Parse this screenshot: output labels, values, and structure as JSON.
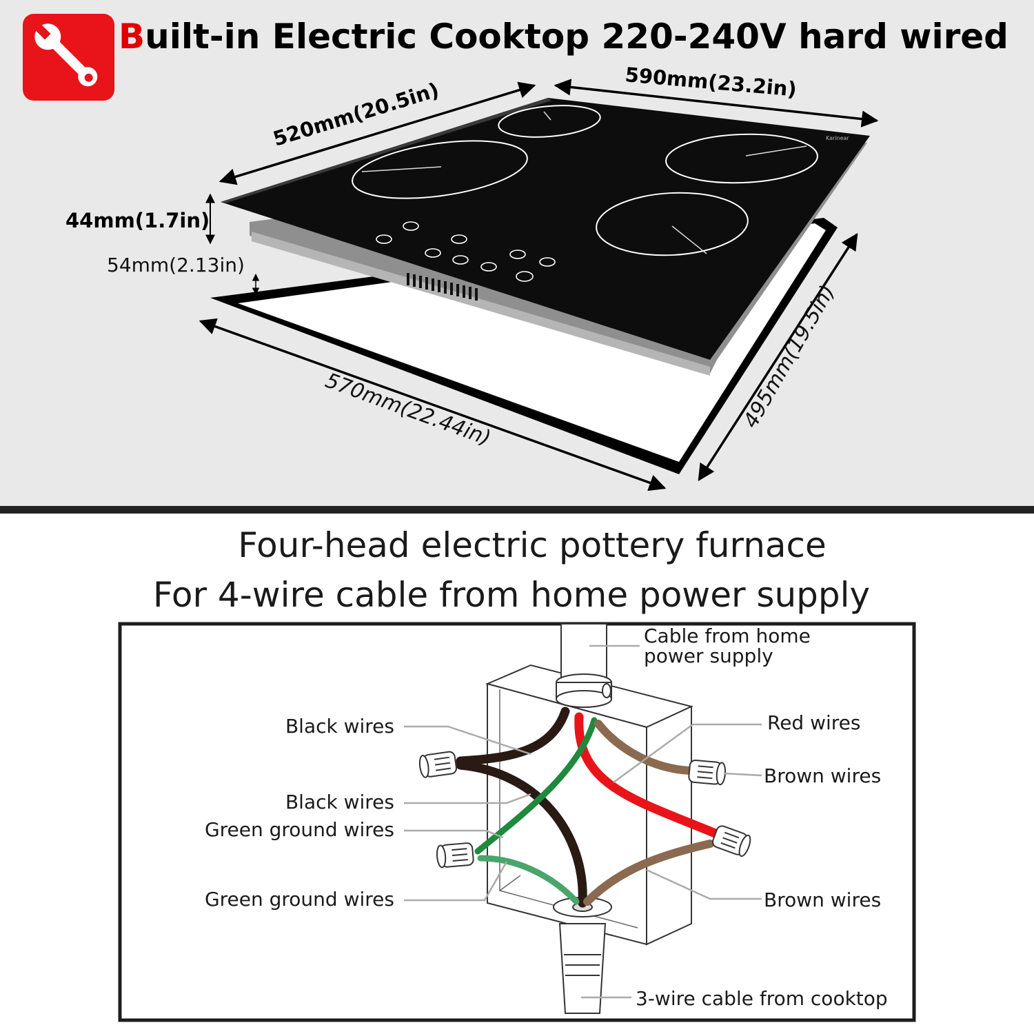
{
  "title": {
    "first_letter": "B",
    "rest": "uilt-in Electric Cooktop 220-240V hard wired"
  },
  "icons": {
    "badge": "wrench-icon",
    "badge_color": "#e8141a"
  },
  "dimensions": {
    "depth": "520mm(20.5in)",
    "width": "590mm(23.2in)",
    "height": "44mm(1.7in)",
    "cutout_depth": "54mm(2.13in)",
    "cutout_width": "570mm(22.44in)",
    "cutout_length": "495mm(19.5in)"
  },
  "colors": {
    "black_wire": "#2a1a14",
    "red_wire": "#e8141a",
    "green_wire": "#1f8a3c",
    "brown_wire": "#8a6a50"
  },
  "wiring": {
    "heading_1": "Four-head electric pottery furnace",
    "heading_2": "For 4-wire cable from home power supply",
    "labels": {
      "cable_home_line1": "Cable from home",
      "cable_home_line2": "power supply",
      "black_wires_1": "Black wires",
      "black_wires_2": "Black wires",
      "green_ground_1": "Green ground wires",
      "green_ground_2": "Green  ground wires",
      "red_wires": "Red  wires",
      "brown_wires_1": "Brown wires",
      "brown_wires_2": "Brown wires",
      "cooktop_cable": "3-wire cable from cooktop"
    }
  }
}
